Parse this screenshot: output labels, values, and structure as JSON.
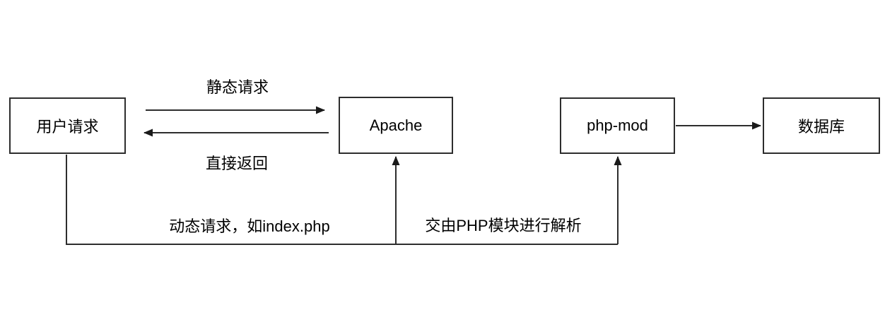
{
  "diagram": {
    "nodes": {
      "user_request": {
        "label": "用户请求"
      },
      "apache": {
        "label": "Apache"
      },
      "php_mod": {
        "label": "php-mod"
      },
      "database": {
        "label": "数据库"
      }
    },
    "edges": {
      "static_request": {
        "label": "静态请求"
      },
      "direct_return": {
        "label": "直接返回"
      },
      "dynamic_request": {
        "label": "动态请求，如index.php"
      },
      "php_parse": {
        "label": "交由PHP模块进行解析"
      }
    },
    "colors": {
      "line": "#2d2d2d",
      "text": "#000000",
      "background": "#ffffff"
    }
  }
}
